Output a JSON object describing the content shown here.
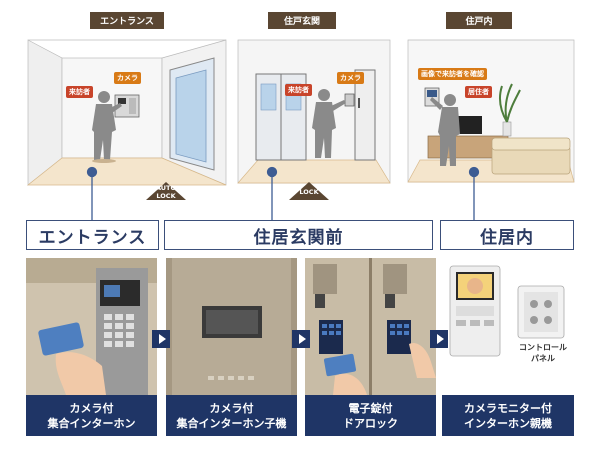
{
  "top_tags": {
    "entrance": "エントランス",
    "genkan": "住戸玄関",
    "naibu": "住戸内"
  },
  "scene": {
    "entrance": {
      "visitor": "来訪者",
      "camera": "カメラ"
    },
    "genkan": {
      "visitor": "来訪者",
      "camera": "カメラ"
    },
    "naibu": {
      "confirm": "画像で来訪者を確認",
      "resident": "居住者"
    },
    "lock_1": [
      "AUTO",
      "LOCK"
    ],
    "lock_2": "LOCK"
  },
  "sections": {
    "entrance": "エントランス",
    "genkan": "住居玄関前",
    "naibu": "住居内"
  },
  "captions": [
    [
      "カメラ付",
      "集合インターホン"
    ],
    [
      "カメラ付",
      "集合インターホン子機"
    ],
    [
      "電子錠付",
      "ドアロック"
    ],
    [
      "カメラモニター付",
      "インターホン親機"
    ]
  ],
  "control_panel_label": [
    "コントロール",
    "パネル"
  ],
  "colors": {
    "tag_brown": "#5a4632",
    "callout_red": "#c8442a",
    "callout_orange": "#d87a16",
    "navy": "#1f3566",
    "connector_blue": "#3d5c93"
  }
}
